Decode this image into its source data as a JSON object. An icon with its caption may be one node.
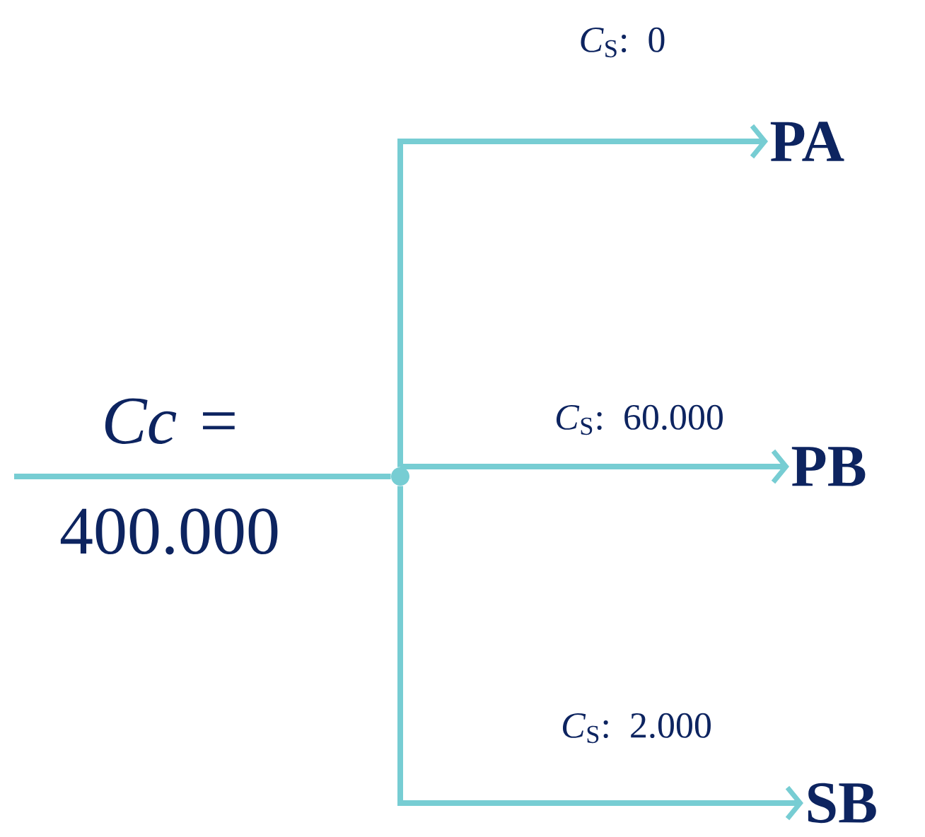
{
  "diagram": {
    "nodes": [
      {
        "text": [],
        "shape": "circle"
      },
      {
        "text": [
          "PA"
        ]
      },
      {
        "text": [
          "PB"
        ]
      },
      {
        "text": [
          "SB"
        ]
      }
    ],
    "edges": [
      {
        "from": null,
        "to": 0,
        "arrow": "none",
        "label": "*Cc* = 400.000"
      },
      {
        "from": 0,
        "to": 1,
        "arrow": "to",
        "label": "*C*$_{S}$: 0"
      },
      {
        "from": 0,
        "to": 2,
        "arrow": "to",
        "label": "*C*$_{S}$: 60.000"
      },
      {
        "from": 0,
        "to": 3,
        "arrow": "to",
        "label": "*C*$_{S}$: 2.000"
      }
    ]
  }
}
